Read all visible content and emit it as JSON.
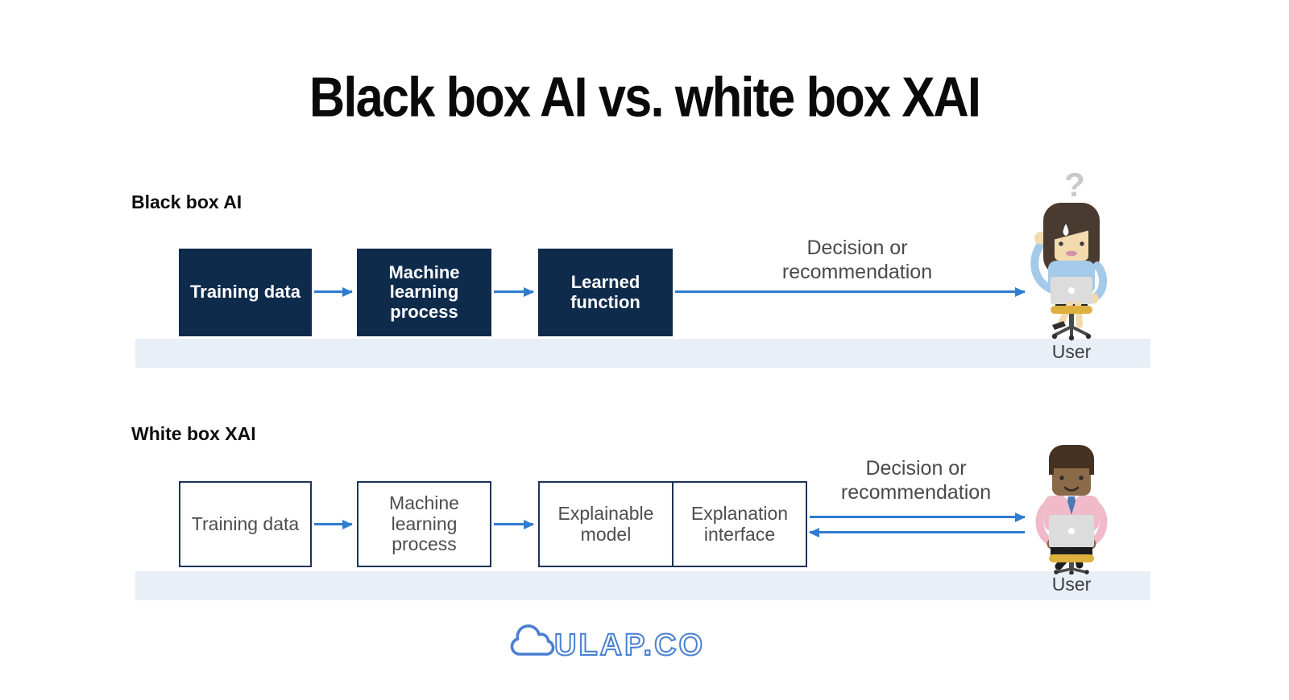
{
  "title": "Black box AI vs. white box XAI",
  "black_box": {
    "label": "Black box AI",
    "question_mark": "?",
    "boxes": [
      "Training data",
      "Machine learning process",
      "Learned function"
    ],
    "decision_label": "Decision or\nrecommendation",
    "user_label": "User"
  },
  "white_box": {
    "label": "White box XAI",
    "boxes": [
      "Training data",
      "Machine learning process",
      "Explainable model",
      "Explanation interface"
    ],
    "decision_label": "Decision or\nrecommendation",
    "user_label": "User"
  },
  "footer": {
    "logo_text": "ULAP.CO"
  },
  "colors": {
    "box_navy": "#0f2b4c",
    "box_border": "#1e3358",
    "arrow_blue": "#2e7dd1",
    "floor_band": "#e9eff7",
    "label_gray": "#4a4a4a",
    "logo_blue": "#4a7fd1"
  }
}
